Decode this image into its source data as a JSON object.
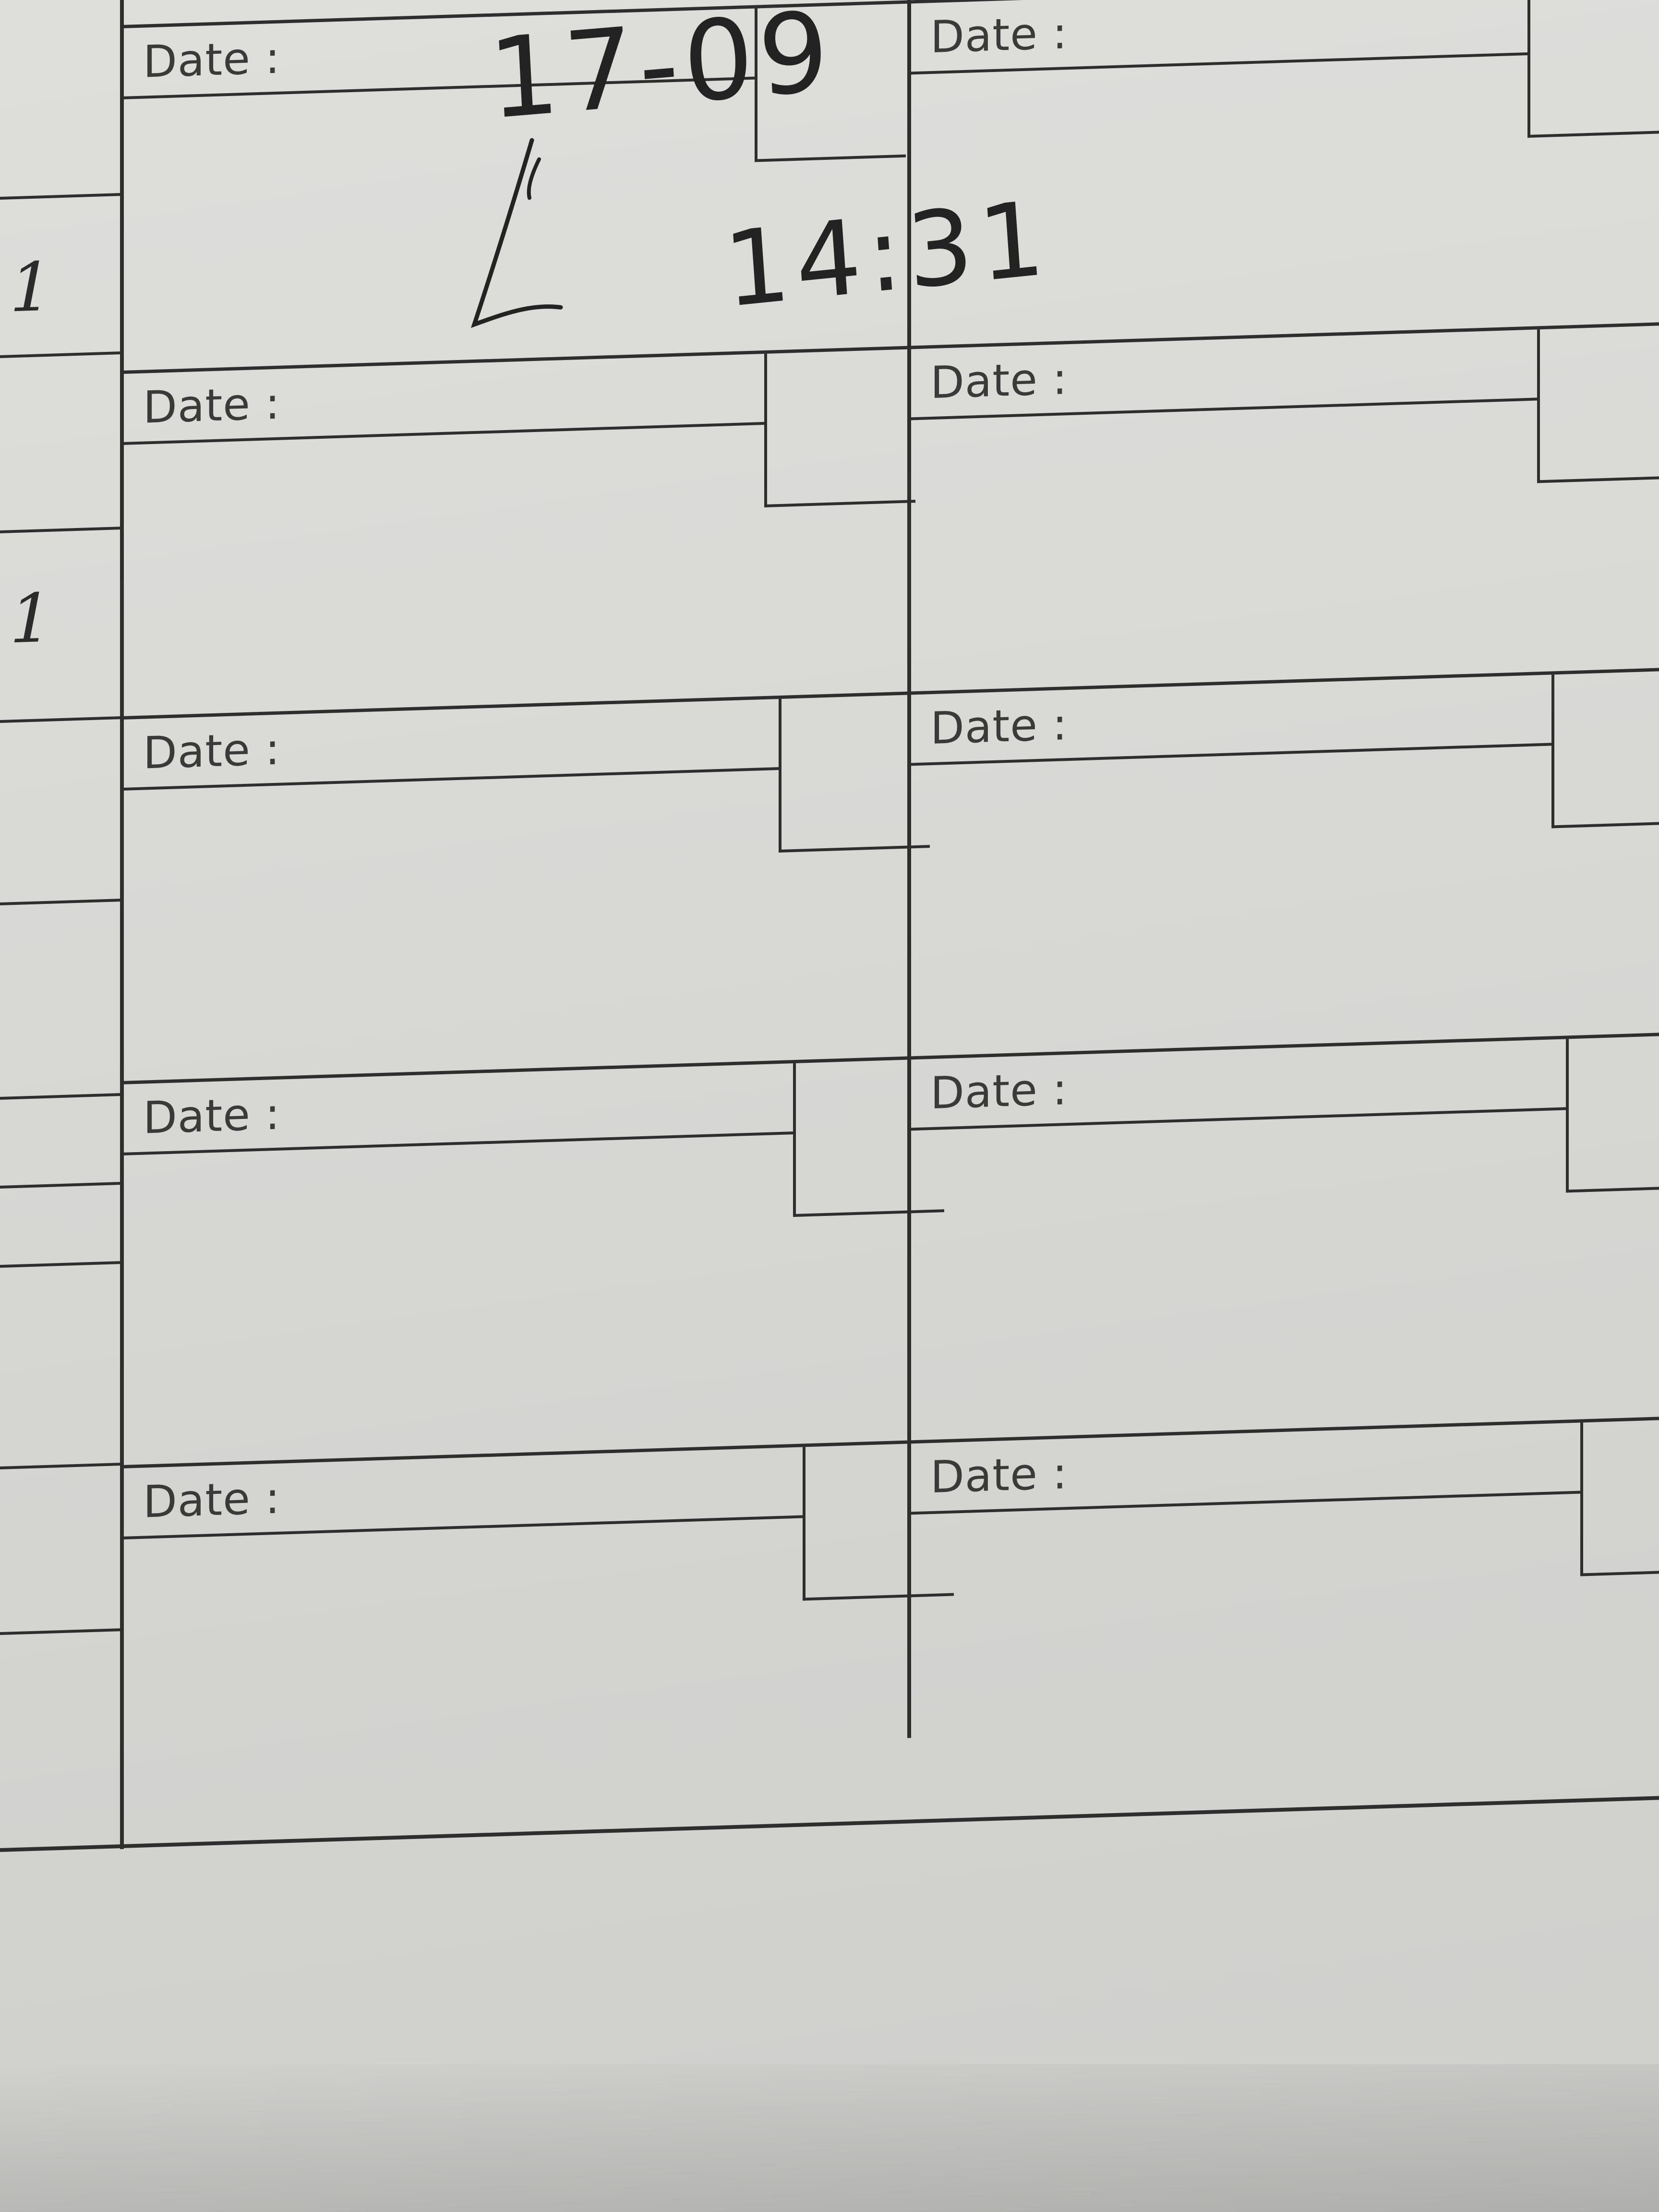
{
  "form": {
    "date_label": "Date :",
    "cells": [
      {
        "label": "Date :",
        "handwritten_date": "17-09",
        "handwritten_time": "14:31"
      },
      {
        "label": "Date :"
      },
      {
        "label": "Date :"
      },
      {
        "label": "Date :"
      },
      {
        "label": "Date :"
      },
      {
        "label": "Date :"
      },
      {
        "label": "Date :"
      },
      {
        "label": "Date :"
      },
      {
        "label": "Date :"
      },
      {
        "label": "Date :"
      }
    ],
    "stub_marks": [
      "1",
      "1"
    ]
  },
  "colors": {
    "paper": "#dcdcd9",
    "ink_print": "#2e2e2e",
    "ink_handwriting": "#232323"
  }
}
